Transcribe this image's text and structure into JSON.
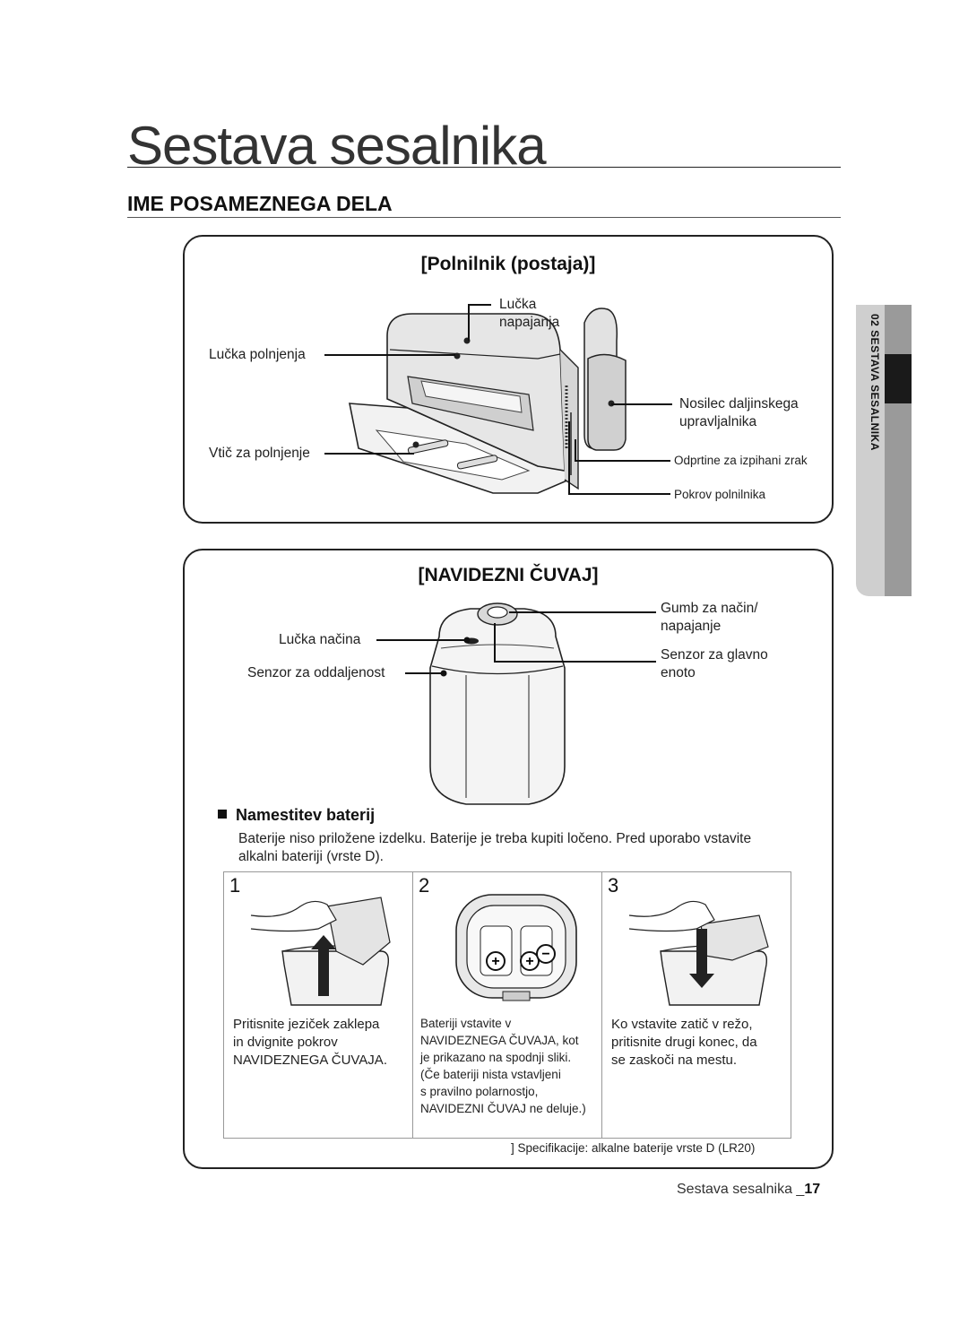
{
  "page": {
    "title": "Sestava sesalnika",
    "section_heading": "IME POSAMEZNEGA DELA",
    "side_tab": "02 SESTAVA SESALNIKA",
    "footer": {
      "text": "Sestava sesalnika _",
      "page_number": "17"
    }
  },
  "charger": {
    "title": "[Polnilnik (postaja)]",
    "labels": {
      "power_lamp_line1": "Lučka",
      "power_lamp_line2": "napajanja",
      "charge_lamp": "Lučka polnjenja",
      "charge_plug": "Vtič za polnjenje",
      "remote_holder_line1": "Nosilec daljinskega",
      "remote_holder_line2": "upravljalnika",
      "exhaust_vents": "Odprtine za izpihani zrak",
      "charger_cover": "Pokrov polnilnika"
    }
  },
  "guard": {
    "title": "[NAVIDEZNI ČUVAJ]",
    "labels": {
      "mode_button_line1": "Gumb za način/",
      "mode_button_line2": "napajanje",
      "mode_lamp": "Lučka načina",
      "main_sensor_line1": "Senzor za glavno",
      "main_sensor_line2": "enoto",
      "distance_sensor": "Senzor za oddaljenost"
    }
  },
  "battery": {
    "heading": "Namestitev baterij",
    "intro": "Baterije niso priložene izdelku. Baterije je treba kupiti ločeno. Pred uporabo vstavite alkalni bateriji (vrste D).",
    "steps": [
      {
        "number": "1",
        "line1": "Pritisnite jeziček zaklepa",
        "line2": "in dvignite pokrov",
        "line3": "NAVIDEZNEGA ČUVAJA."
      },
      {
        "number": "2",
        "line1": "Bateriji vstavite v",
        "line2": "NAVIDEZNEGA ČUVAJA, kot",
        "line3": "je prikazano na spodnji sliki.",
        "line4": "(Če bateriji nista vstavljeni",
        "line5": "s pravilno polarnostjo,",
        "line6": "NAVIDEZNI ČUVAJ ne deluje.)"
      },
      {
        "number": "3",
        "line1": "Ko vstavite zatič v režo,",
        "line2": "pritisnite drugi konec, da",
        "line3": "se zaskoči na mestu."
      }
    ],
    "note": "]  Specifikacije: alkalne baterije vrste D (LR20)"
  }
}
